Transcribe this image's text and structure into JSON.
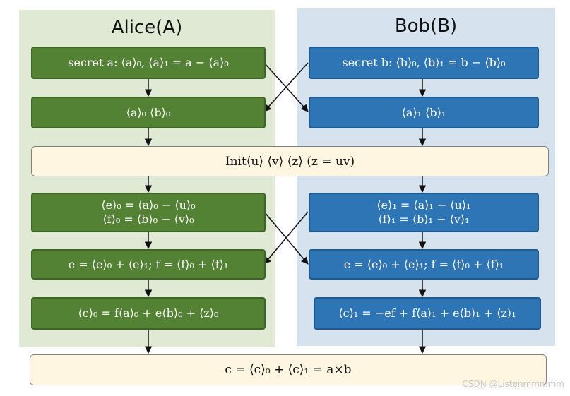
{
  "lanes": {
    "alice_title": "Alice(A)",
    "bob_title": "Bob(B)"
  },
  "alice": {
    "secret": "secret a: ⟨a⟩₀,  ⟨a⟩₁ = a − ⟨a⟩₀",
    "shares": "⟨a⟩₀    ⟨b⟩₀",
    "e_share": "⟨e⟩₀ = ⟨a⟩₀ − ⟨u⟩₀",
    "f_share": "⟨f⟩₀ = ⟨b⟩₀ − ⟨v⟩₀",
    "open": "e = ⟨e⟩₀ + ⟨e⟩₁;  f = ⟨f⟩₀ + ⟨f⟩₁",
    "c_share": "⟨c⟩₀ = f⟨a⟩₀ + e⟨b⟩₀ + ⟨z⟩₀"
  },
  "bob": {
    "secret": "secret b: ⟨b⟩₀,  ⟨b⟩₁ = b − ⟨b⟩₀",
    "shares": "⟨a⟩₁    ⟨b⟩₁",
    "e_share": "⟨e⟩₁ = ⟨a⟩₁ − ⟨u⟩₁",
    "f_share": "⟨f⟩₁ = ⟨b⟩₁ − ⟨v⟩₁",
    "open": "e = ⟨e⟩₀ + ⟨e⟩₁;  f = ⟨f⟩₀ + ⟨f⟩₁",
    "c_share": "⟨c⟩₁ = −ef + f⟨a⟩₁ + e⟨b⟩₁ + ⟨z⟩₁"
  },
  "shared": {
    "init": "Init⟨u⟩ ⟨v⟩ ⟨z⟩ (z = uv)",
    "result": "c = ⟨c⟩₀ + ⟨c⟩₁ = a×b"
  },
  "watermark": "CSDN @Listenmmmmm",
  "colors": {
    "alice_lane": "#dfe9d4",
    "bob_lane": "#d6e3ef",
    "alice_box": "#548235",
    "bob_box": "#2e75b6",
    "shared_box": "#fff6e2"
  }
}
